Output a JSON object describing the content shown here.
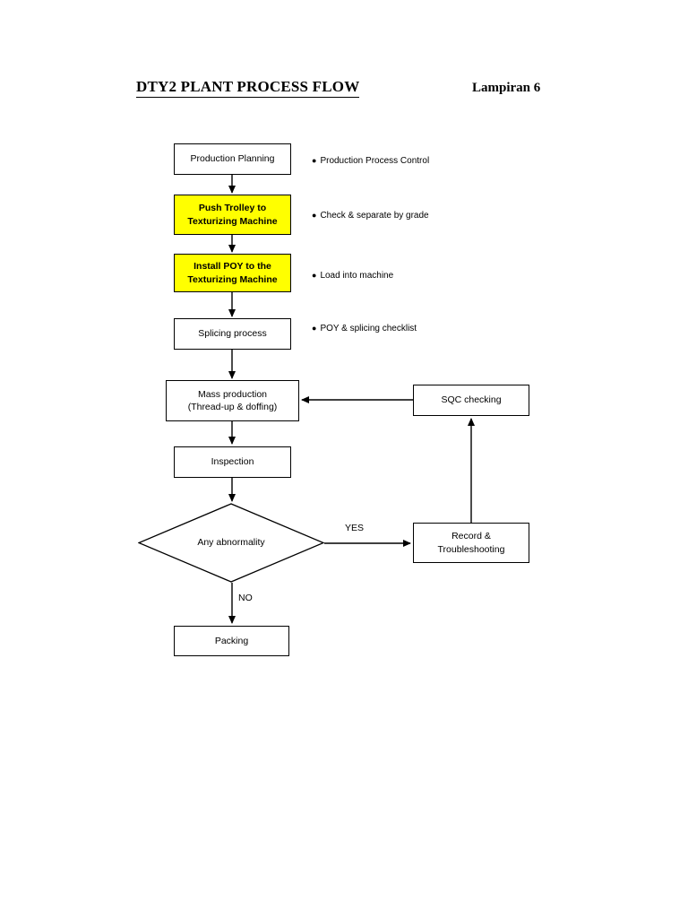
{
  "header": {
    "title": "DTY2 PLANT PROCESS FLOW",
    "subtitle": "Lampiran 6"
  },
  "colors": {
    "highlight": "#FFFF00",
    "box_fill": "#FFFFFF",
    "stroke": "#000000",
    "page_background": "#FFFFFF"
  },
  "chart_data": {
    "type": "diagram",
    "title": "DTY2 PLANT PROCESS FLOW",
    "nodes": [
      {
        "id": "production-planning",
        "label": "Production Planning",
        "shape": "rect",
        "fill": "#FFFFFF"
      },
      {
        "id": "push-trolley",
        "label": "Push Trolley to\nTexturizing Machine",
        "shape": "rect",
        "fill": "#FFFF00"
      },
      {
        "id": "install-poy",
        "label": "Install POY to the\nTexturizing Machine",
        "shape": "rect",
        "fill": "#FFFF00"
      },
      {
        "id": "splicing-process",
        "label": "Splicing process",
        "shape": "rect",
        "fill": "#FFFFFF"
      },
      {
        "id": "mass-production",
        "label": "Mass production\n(Thread-up & doffing)",
        "shape": "rect",
        "fill": "#FFFFFF"
      },
      {
        "id": "inspection",
        "label": "Inspection",
        "shape": "rect",
        "fill": "#FFFFFF"
      },
      {
        "id": "any-abnormality",
        "label": "Any\nabnormality",
        "shape": "diamond",
        "fill": "#FFFFFF"
      },
      {
        "id": "packing",
        "label": "Packing",
        "shape": "rect",
        "fill": "#FFFFFF"
      },
      {
        "id": "sqc-checking",
        "label": "SQC checking",
        "shape": "rect",
        "fill": "#FFFFFF"
      },
      {
        "id": "record-troubleshooting",
        "label": "Record &\nTroubleshooting",
        "shape": "rect",
        "fill": "#FFFFFF"
      }
    ],
    "edges": [
      {
        "from": "production-planning",
        "to": "push-trolley",
        "label": ""
      },
      {
        "from": "push-trolley",
        "to": "install-poy",
        "label": ""
      },
      {
        "from": "install-poy",
        "to": "splicing-process",
        "label": ""
      },
      {
        "from": "splicing-process",
        "to": "mass-production",
        "label": ""
      },
      {
        "from": "mass-production",
        "to": "inspection",
        "label": ""
      },
      {
        "from": "inspection",
        "to": "any-abnormality",
        "label": ""
      },
      {
        "from": "any-abnormality",
        "to": "record-troubleshooting",
        "label": "YES"
      },
      {
        "from": "any-abnormality",
        "to": "packing",
        "label": "NO"
      },
      {
        "from": "record-troubleshooting",
        "to": "sqc-checking",
        "label": ""
      },
      {
        "from": "sqc-checking",
        "to": "mass-production",
        "label": ""
      }
    ]
  },
  "nodes": {
    "production_planning": {
      "line1": "Production Planning"
    },
    "push_trolley": {
      "line1": "Push Trolley to",
      "line2": "Texturizing Machine"
    },
    "install_poy": {
      "line1": "Install POY to the",
      "line2": "Texturizing Machine"
    },
    "splicing_process": {
      "line1": "Splicing process"
    },
    "mass_production": {
      "line1": "Mass production",
      "line2": "(Thread-up & doffing)"
    },
    "inspection": {
      "line1": "Inspection"
    },
    "any_abnormality": {
      "line1": "Any",
      "line2": "abnormality"
    },
    "packing": {
      "line1": "Packing"
    },
    "sqc_checking": {
      "line1": "SQC checking"
    },
    "record_troubleshooting": {
      "line1": "Record &",
      "line2": "Troubleshooting"
    }
  },
  "edge_labels": {
    "yes": "YES",
    "no": "NO"
  },
  "notes": [
    {
      "bullet": "●",
      "text": "Production Process Control"
    },
    {
      "bullet": "●",
      "text": "Check & separate by grade"
    },
    {
      "bullet": "●",
      "text": "Load into machine"
    },
    {
      "bullet": "●",
      "text": "POY & splicing checklist"
    }
  ]
}
